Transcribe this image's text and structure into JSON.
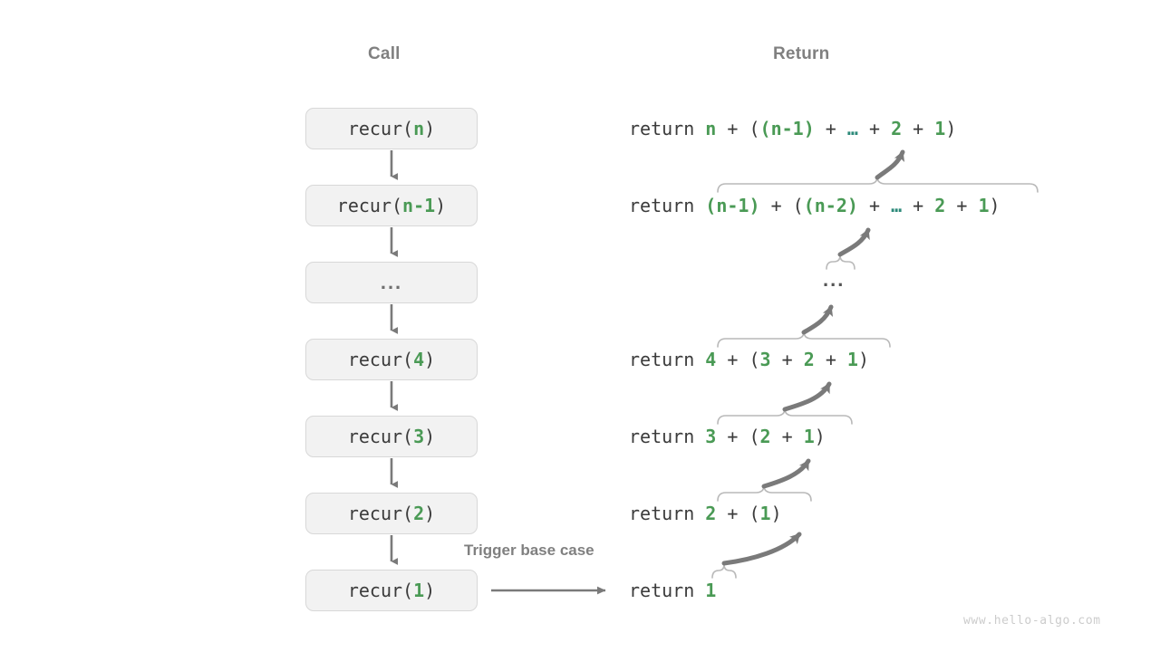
{
  "headers": {
    "call": "Call",
    "return": "Return"
  },
  "colors": {
    "background": "#ffffff",
    "box_fill": "#f2f2f2",
    "box_border": "#d8d8d8",
    "text": "#3b3b3b",
    "accent_green": "#4a9a55",
    "accent_teal": "#2d8a7a",
    "heading_gray": "#808080",
    "arrow_gray": "#7a7a7a",
    "brace_gray": "#b0b0b0",
    "watermark_gray": "#cccccc"
  },
  "call_stack": {
    "items": [
      {
        "prefix": "recur(",
        "arg": "n",
        "suffix": ")",
        "is_ellipsis": false
      },
      {
        "prefix": "recur(",
        "arg": "n-1",
        "suffix": ")",
        "is_ellipsis": false
      },
      {
        "prefix": "",
        "arg": "...",
        "suffix": "",
        "is_ellipsis": true
      },
      {
        "prefix": "recur(",
        "arg": "4",
        "suffix": ")",
        "is_ellipsis": false
      },
      {
        "prefix": "recur(",
        "arg": "3",
        "suffix": ")",
        "is_ellipsis": false
      },
      {
        "prefix": "recur(",
        "arg": "2",
        "suffix": ")",
        "is_ellipsis": false
      },
      {
        "prefix": "recur(",
        "arg": "1",
        "suffix": ")",
        "is_ellipsis": false
      }
    ]
  },
  "returns": {
    "keyword": "return",
    "rows": [
      {
        "id": "ret-n",
        "text": "return n + ((n-1) + … + 2 + 1)"
      },
      {
        "id": "ret-n1",
        "text": "return (n-1) + ((n-2) + … + 2 + 1)"
      },
      {
        "id": "ret-dots",
        "text": "..."
      },
      {
        "id": "ret-4",
        "text": "return 4 + (3 + 2 + 1)"
      },
      {
        "id": "ret-3",
        "text": "return 3 + (2 + 1)"
      },
      {
        "id": "ret-2",
        "text": "return 2 + (1)"
      },
      {
        "id": "ret-1",
        "text": "return 1"
      }
    ]
  },
  "annotation": {
    "trigger_label": "Trigger base case"
  },
  "watermark": {
    "text": "www.hello-algo.com"
  }
}
